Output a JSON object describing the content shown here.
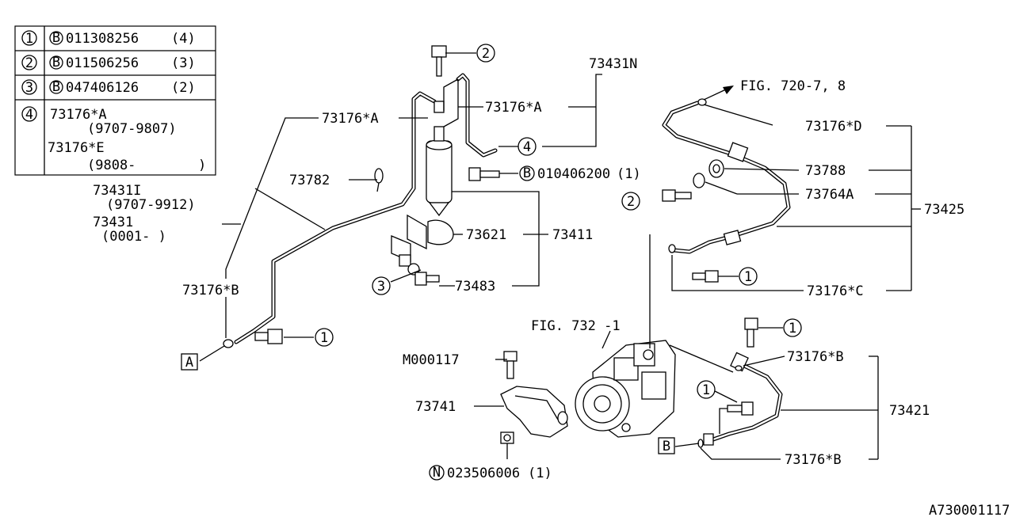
{
  "legend": {
    "rows": [
      {
        "num": "1",
        "prefix": "B",
        "part": "011308256",
        "qty": "(4)"
      },
      {
        "num": "2",
        "prefix": "B",
        "part": "011506256",
        "qty": "(3)"
      },
      {
        "num": "3",
        "prefix": "B",
        "part": "047406126",
        "qty": "(2)"
      }
    ],
    "row4": {
      "num": "4",
      "line1": "73176*A",
      "line2": "(9707-9807)",
      "line3": "73176*E",
      "line4": "(9808-",
      "line4b": ")"
    }
  },
  "labels": {
    "l73431N": "73431N",
    "l73176A_left": "73176*A",
    "l73176A_right": "73176*A",
    "l73782": "73782",
    "l73431I": "73431I",
    "l73431I_range": "(9707-9912)",
    "l73431": "73431",
    "l73431_range": "(0001-  )",
    "l73176B_left": "73176*B",
    "b010406200": "010406200",
    "b010406200_qty": "(1)",
    "l73621": "73621",
    "l73411": "73411",
    "l73483": "73483",
    "fig720": "FIG. 720-7, 8",
    "l73176D": "73176*D",
    "l73788": "73788",
    "l73764A": "73764A",
    "l73425": "73425",
    "l73176C": "73176*C",
    "fig732": "FIG. 732 -1",
    "m000117": "M000117",
    "l73741": "73741",
    "n023506006": "023506006",
    "n023506006_qty": "(1)",
    "l73176B_right_top": "73176*B",
    "l73421": "73421",
    "l73176B_right_bottom": "73176*B",
    "refA": "A",
    "refB": "B",
    "c1": "1",
    "c2": "2",
    "c3": "3",
    "c4": "4",
    "pB": "B",
    "pN": "N",
    "code": "A730001117"
  }
}
